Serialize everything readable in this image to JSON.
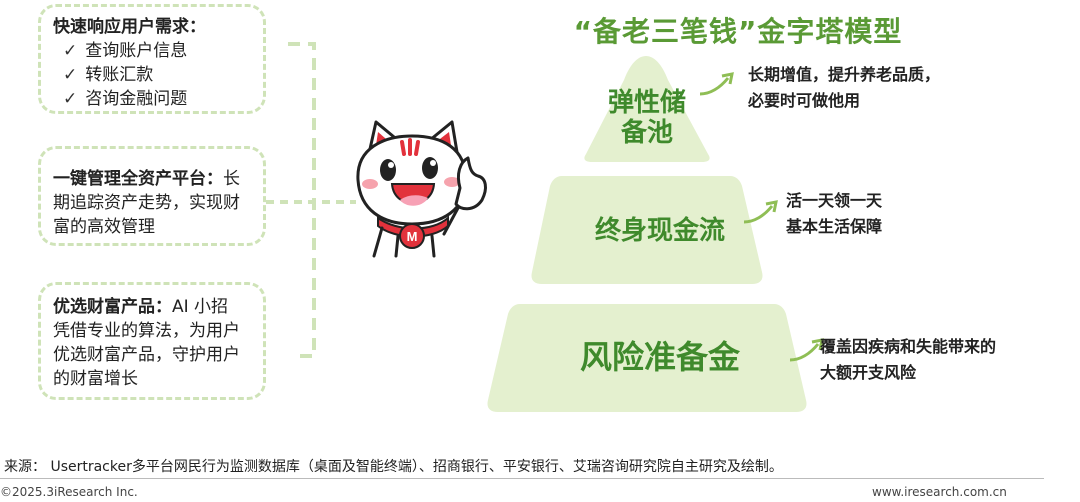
{
  "left_boxes": [
    {
      "heading": "快速响应用户需求：",
      "items": [
        "查询账户信息",
        "转账汇款",
        "咨询金融问题"
      ]
    },
    {
      "heading": "一键管理全资产平台：",
      "body_line1_tail": "长",
      "body_line2": "期追踪资产走势，实现财",
      "body_line3": "富的高效管理"
    },
    {
      "heading": "优选财富产品：",
      "body_line1_tail": "AI 小招",
      "body_line2": "凭借专业的算法，为用户",
      "body_line3": "优选财富产品，守护用户",
      "body_line4": "的财富增长"
    }
  ],
  "check_glyph": "✓",
  "pyramid": {
    "title": "“备老三笔钱”金字塔模型",
    "tiers": [
      {
        "label_line1": "弹性储",
        "label_line2": "备池",
        "note_line1": "长期增值，提升养老品质，",
        "note_line2": "必要时可做他用"
      },
      {
        "label": "终身现金流",
        "note_line1": "活一天领一天",
        "note_line2": "基本生活保障"
      },
      {
        "label": "风险准备金",
        "note_line1": "覆盖因疾病和失能带来的",
        "note_line2": "大额开支风险"
      }
    ]
  },
  "mascot": {
    "icon": "cat-mascot-icon",
    "badge_text": "M"
  },
  "colors": {
    "accent_green": "#5a9a35",
    "tier_fill": "#e4f0cf",
    "dash_border": "#cfe3b8"
  },
  "footer": {
    "source": "来源：  Usertracker多平台网民行为监测数据库（桌面及智能终端）、招商银行、平安银行、艾瑞咨询研究院自主研究及绘制。",
    "copyright": "©2025.3iResearch Inc.",
    "website": "www.iresearch.com.cn"
  }
}
